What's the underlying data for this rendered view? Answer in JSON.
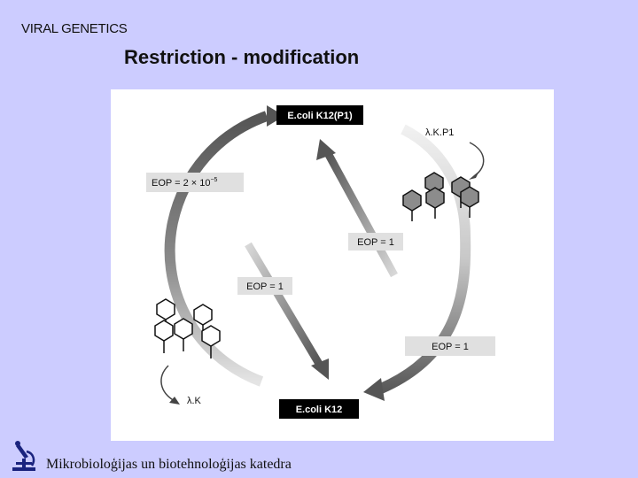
{
  "header": {
    "course_label": "VIRAL GENETICS"
  },
  "slide": {
    "title": "Restriction - modification"
  },
  "diagram": {
    "host_top": "E.coli K12(P1)",
    "host_bottom": "E.coli K12",
    "phage_top": "λ.K.P1",
    "phage_bottom": "λ.K",
    "eop_left_prefix": "EOP = 2 × 10",
    "eop_left_exp": "−5",
    "eop_center_right": "EOP = 1",
    "eop_center_left": "EOP = 1",
    "eop_bottom_right": "EOP = 1"
  },
  "footer": {
    "department": "Mikrobioloģijas un biotehnoloģijas katedra"
  },
  "colors": {
    "background": "#ccccff",
    "arrow_dark": "#555555",
    "arrow_light": "#c4c4c4",
    "label_box": "#e0e0e0",
    "host_box": "#000000"
  }
}
